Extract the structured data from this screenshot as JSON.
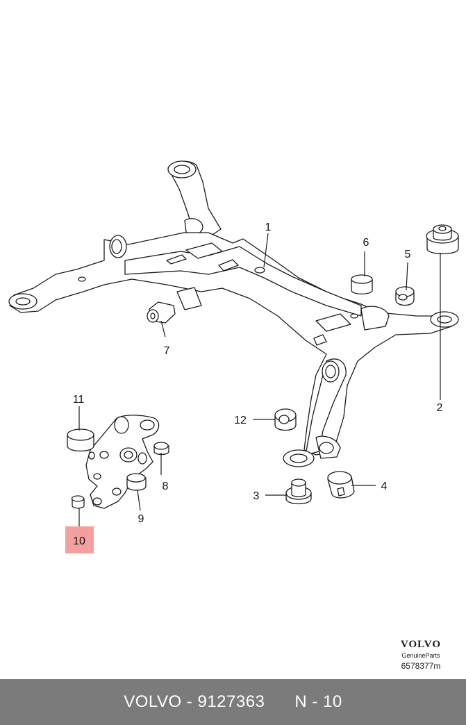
{
  "callouts": [
    {
      "id": "1",
      "label": "1"
    },
    {
      "id": "2",
      "label": "2"
    },
    {
      "id": "3",
      "label": "3"
    },
    {
      "id": "4",
      "label": "4"
    },
    {
      "id": "5",
      "label": "5"
    },
    {
      "id": "6",
      "label": "6"
    },
    {
      "id": "7",
      "label": "7"
    },
    {
      "id": "8",
      "label": "8"
    },
    {
      "id": "9",
      "label": "9"
    },
    {
      "id": "10",
      "label": "10"
    },
    {
      "id": "11",
      "label": "11"
    },
    {
      "id": "12",
      "label": "12"
    }
  ],
  "highlight": {
    "label": "10",
    "color": "#f4a0a0"
  },
  "brand": {
    "logo": "VOLVO",
    "subtitle": "GenuineParts",
    "code": "6578377m"
  },
  "footer": {
    "part": "VOLVO - 9127363",
    "ref": "N - 10"
  },
  "colors": {
    "footer_bg": "#7b7b7b",
    "line": "#1a1a1a"
  }
}
